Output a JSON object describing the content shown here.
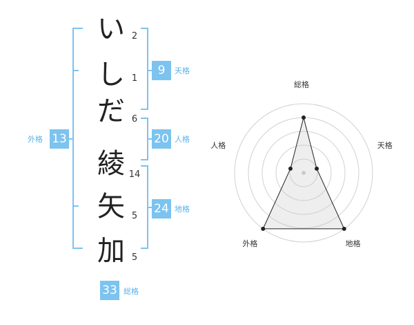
{
  "name_characters": [
    {
      "char": "い",
      "strokes": "2"
    },
    {
      "char": "し",
      "strokes": "1"
    },
    {
      "char": "だ",
      "strokes": "6"
    },
    {
      "char": "綾",
      "strokes": "14"
    },
    {
      "char": "矢",
      "strokes": "5"
    },
    {
      "char": "加",
      "strokes": "5"
    }
  ],
  "fortune": {
    "tenkaku": {
      "value": "9",
      "label": "天格"
    },
    "jinkaku": {
      "value": "20",
      "label": "人格"
    },
    "chikaku": {
      "value": "24",
      "label": "地格"
    },
    "gaikaku": {
      "value": "13",
      "label": "外格"
    },
    "soukaku": {
      "value": "33",
      "label": "総格"
    }
  },
  "colors": {
    "accent": "#7cc3ef",
    "accent_text": "#59b2e8",
    "text": "#222222"
  },
  "chart_data": {
    "type": "radar",
    "axes": [
      "総格",
      "天格",
      "地格",
      "外格",
      "人格"
    ],
    "values": [
      4,
      1,
      5,
      5,
      1
    ],
    "max": 5,
    "grid_levels": 5
  }
}
